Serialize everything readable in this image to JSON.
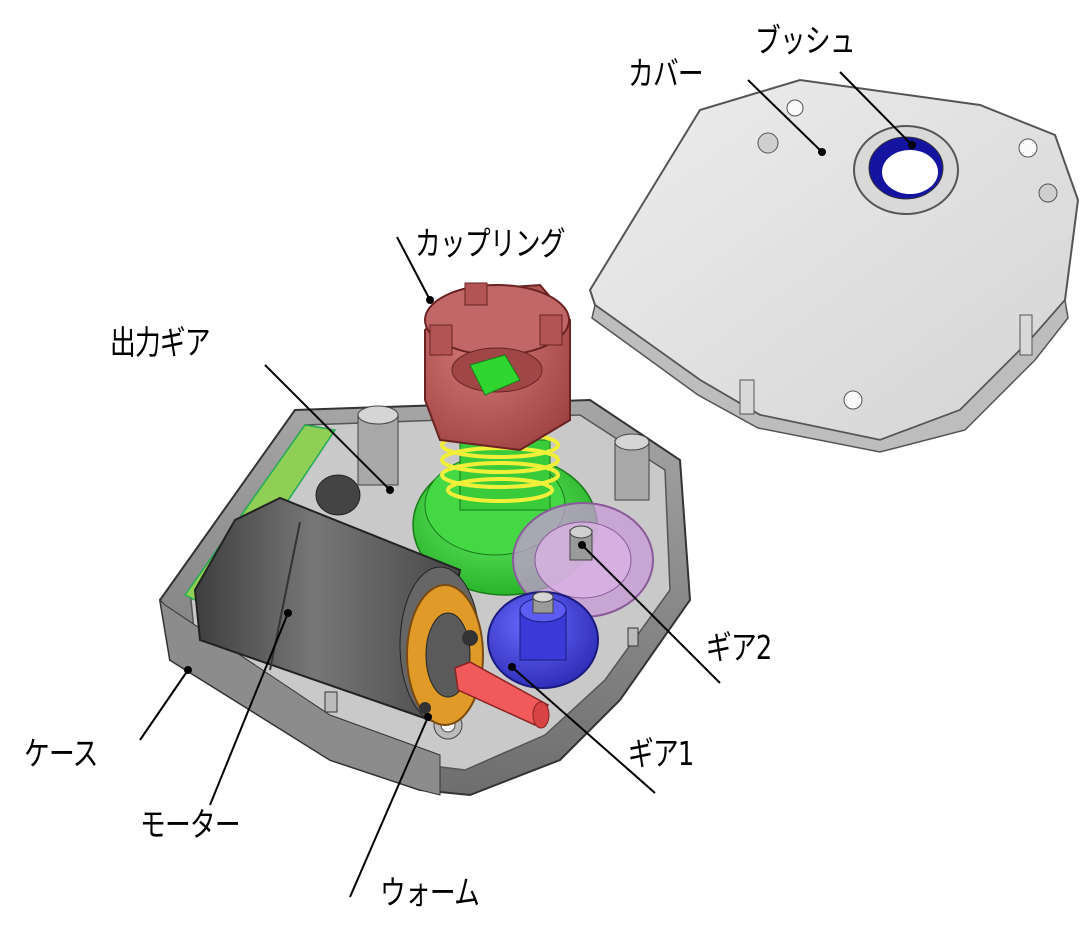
{
  "labels": {
    "bush": "ブッシュ",
    "cover": "カバー",
    "coupling": "カップリング",
    "output_gear": "出力ギア",
    "gear2": "ギア2",
    "gear1": "ギア1",
    "case": "ケース",
    "motor": "モーター",
    "worm": "ウォーム"
  },
  "colors": {
    "case_gray": "#8a8a8a",
    "cover_gray": "#e2e2e2",
    "coupling_red": "#b85a5a",
    "output_gear_green": "#2fd62f",
    "spring_yellow": "#f2ef3a",
    "gear2_purple": "#c79ad6",
    "gear1_blue": "#3a3ad8",
    "worm_red": "#f05a5a",
    "worm_plate_orange": "#e09a28",
    "board_green": "#8fcf55",
    "motor_dark": "#5a5a5a",
    "bush_blue": "#1414a0"
  }
}
